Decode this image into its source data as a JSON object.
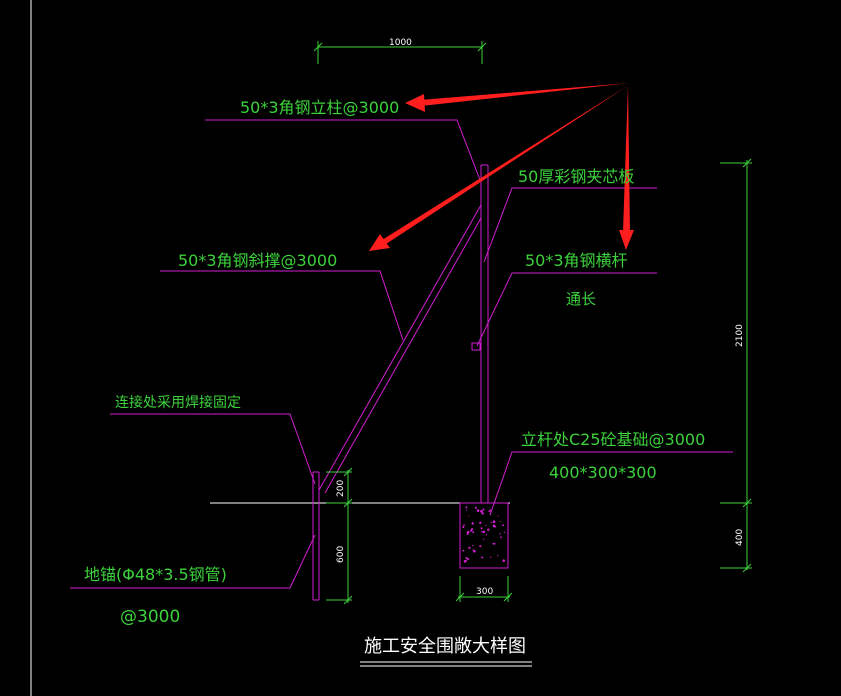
{
  "colors": {
    "background": "#000000",
    "annotation_text": "#3cd23c",
    "leader_line": "#d21ed2",
    "structure": "#d21ed2",
    "dimension": "#3cd23c",
    "dimension_text": "#ffffff",
    "ground_line": "#ffffff",
    "arrow": "#ff1e1e"
  },
  "title": "施工安全围敞大样图",
  "labels": {
    "post": "50*3角钢立柱@3000",
    "brace": "50*3角钢斜撑@3000",
    "weld": "连接处采用焊接固定",
    "anchor": "地锚(Φ48*3.5钢管)",
    "anchor_spacing": "@3000",
    "panel": "50厚彩钢夹芯板",
    "rail": "50*3角钢横杆",
    "rail_length": "通长",
    "foundation": "立杆处C25砼基础@3000",
    "foundation_size": "400*300*300"
  },
  "dimensions": {
    "top_width": "1000",
    "height_above": "2100",
    "footing_depth": "400",
    "anchor_above": "200",
    "anchor_below": "600",
    "footing_width": "300"
  }
}
